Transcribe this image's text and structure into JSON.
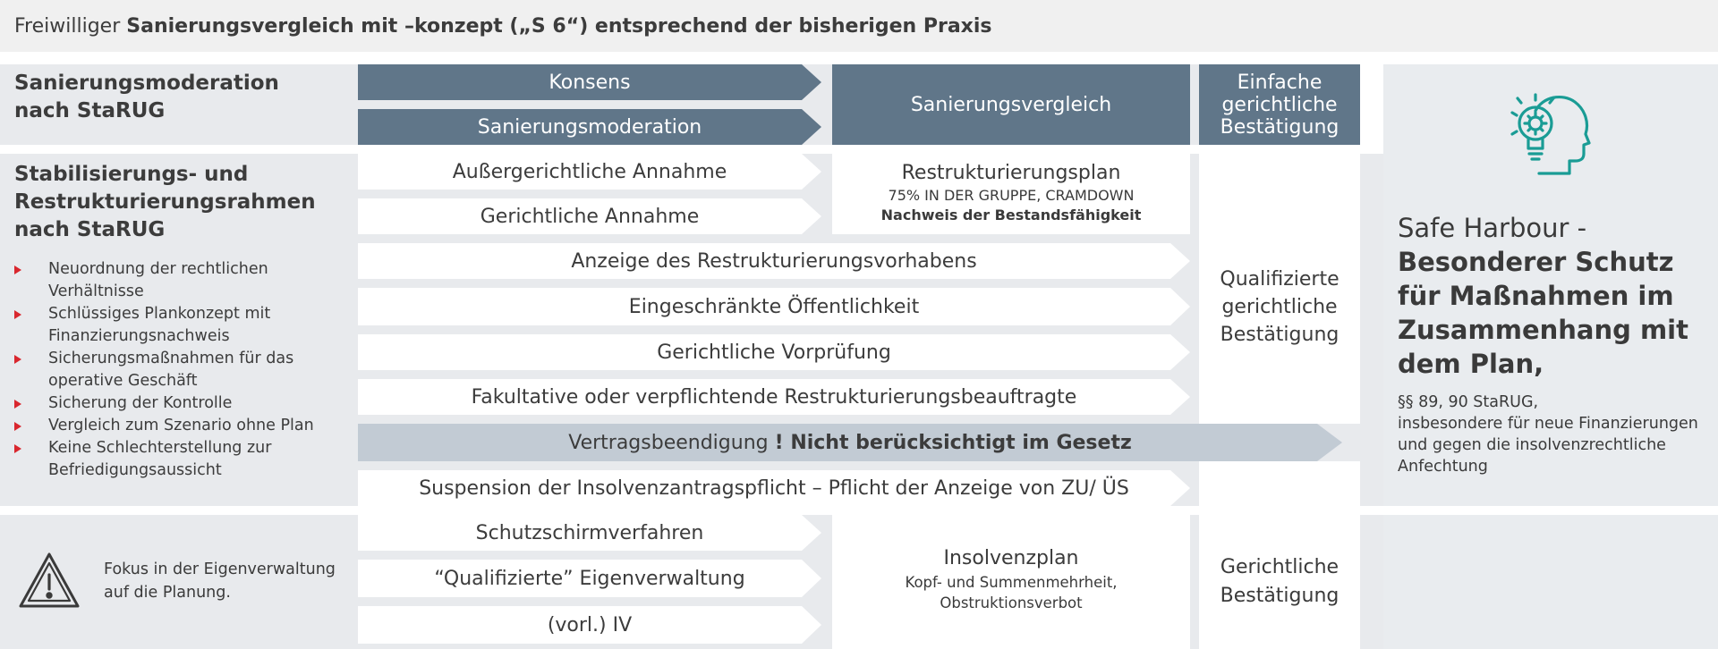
{
  "header": {
    "prefix": "Freiwilliger ",
    "bold": "Sanierungsvergleich mit –konzept („S 6“) entsprechend der bisherigen Praxis"
  },
  "row1": {
    "label": "Sanierungsmoderation nach StaRUG",
    "konsens": "Konsens",
    "moderation": "Sanierungsmoderation",
    "vergleich": "Sanierungsvergleich",
    "bestaetigung": "Einfache gerichtliche Bestätigung"
  },
  "row2": {
    "label": "Stabilisierungs- und Restrukturierungsrahmen nach StaRUG",
    "bullets": [
      "Neuordnung der rechtlichen Verhältnisse",
      "Schlüssiges Plankonzept mit Finanzierungsnachweis",
      "Sicherungsmaßnahmen für das operative Geschäft",
      "Sicherung der Kontrolle",
      "Vergleich zum Szenario ohne Plan",
      "Keine Schlechterstellung zur Befriedigungsaussicht"
    ],
    "aussergerichtlich": "Außergerichtliche Annahme",
    "gerichtlich": "Gerichtliche Annahme",
    "plan_title": "Restrukturierungsplan",
    "plan_sub": "75% IN DER GRUPPE, CRAMDOWN",
    "plan_bold": "Nachweis der Bestandsfähigkeit",
    "anzeige": "Anzeige des Restrukturierungsvorhabens",
    "oeffentlichkeit": "Eingeschränkte Öffentlichkeit",
    "vorpruefung": "Gerichtliche Vorprüfung",
    "beauftragte": "Fakultative oder verpflichtende Restrukturierungsbeauftragte",
    "vertrag_text": "Vertragsbeendigung ",
    "vertrag_mark": "!",
    "vertrag_bold": " Nicht berücksichtigt im Gesetz",
    "suspension": "Suspension der Insolvenzantragspflicht – Pflicht der Anzeige von ZU/ ÜS",
    "qualifiziert": "Qualifizierte gerichtliche Bestätigung"
  },
  "safe_harbour": {
    "title": "Safe Harbour -",
    "bold": "Besonderer Schutz für Maßnahmen im Zusammenhang mit dem Plan,",
    "paragraphs": "§§ 89, 90 StaRUG,",
    "detail": "insbesondere für neue Finanzierungen und gegen die insolvenzrechtliche Anfechtung",
    "icon": "head-with-lightbulb-gear-icon",
    "icon_color": "#1a9c95"
  },
  "row3": {
    "warning_icon": "warning-triangle-icon",
    "fokus": "Fokus in der Eigenverwaltung auf die Planung.",
    "schutzschirm": "Schutzschirmverfahren",
    "eigenverwaltung": "“Qualifizierte” Eigenverwaltung",
    "iv": "(vorl.) IV",
    "insolvenzplan": "Insolvenzplan",
    "insolvenzplan_sub": "Kopf- und Summenmehrheit, Obstruktionsverbot",
    "bestaetigung": "Gerichtliche Bestätigung"
  },
  "colors": {
    "dark_slate": "#607689",
    "highlight": "#c2cbd4",
    "panel": "#e8eaed",
    "bullet_red": "#d9272e"
  }
}
